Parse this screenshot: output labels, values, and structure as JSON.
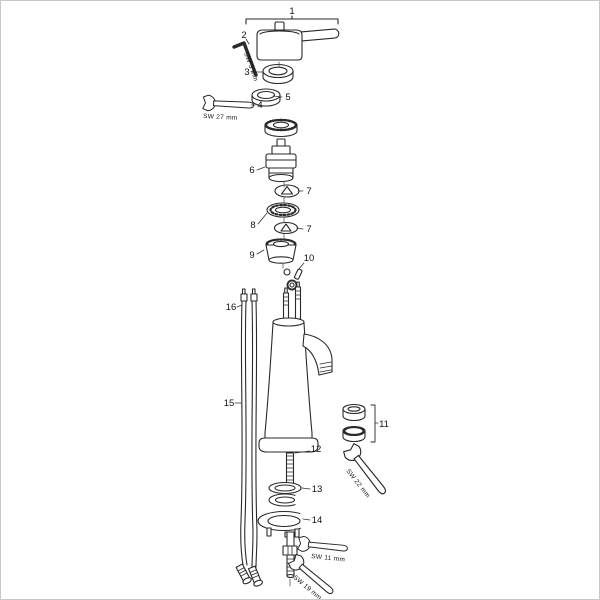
{
  "page": {
    "background": "#ffffff",
    "border_color": "#c8c8c8"
  },
  "diagram": {
    "line_color": "#2a2a2a",
    "part_labels": {
      "p1": "1",
      "p2": "2",
      "p3": "3",
      "p4": "4",
      "p5": "5",
      "p6": "6",
      "p7_upper": "7",
      "p7_lower": "7",
      "p8": "8",
      "p9": "9",
      "p10": "10",
      "p11": "11",
      "p12": "12",
      "p13": "13",
      "p14": "14",
      "p15": "15",
      "p16": "16"
    },
    "tool_labels": {
      "allen_key_3mm": "SW 3 mm",
      "wrench_27mm": "SW 27 mm",
      "wrench_22mm": "SW 22 mm",
      "wrench_11mm": "SW 11 mm",
      "wrench_19mm": "SW 19 mm"
    }
  }
}
